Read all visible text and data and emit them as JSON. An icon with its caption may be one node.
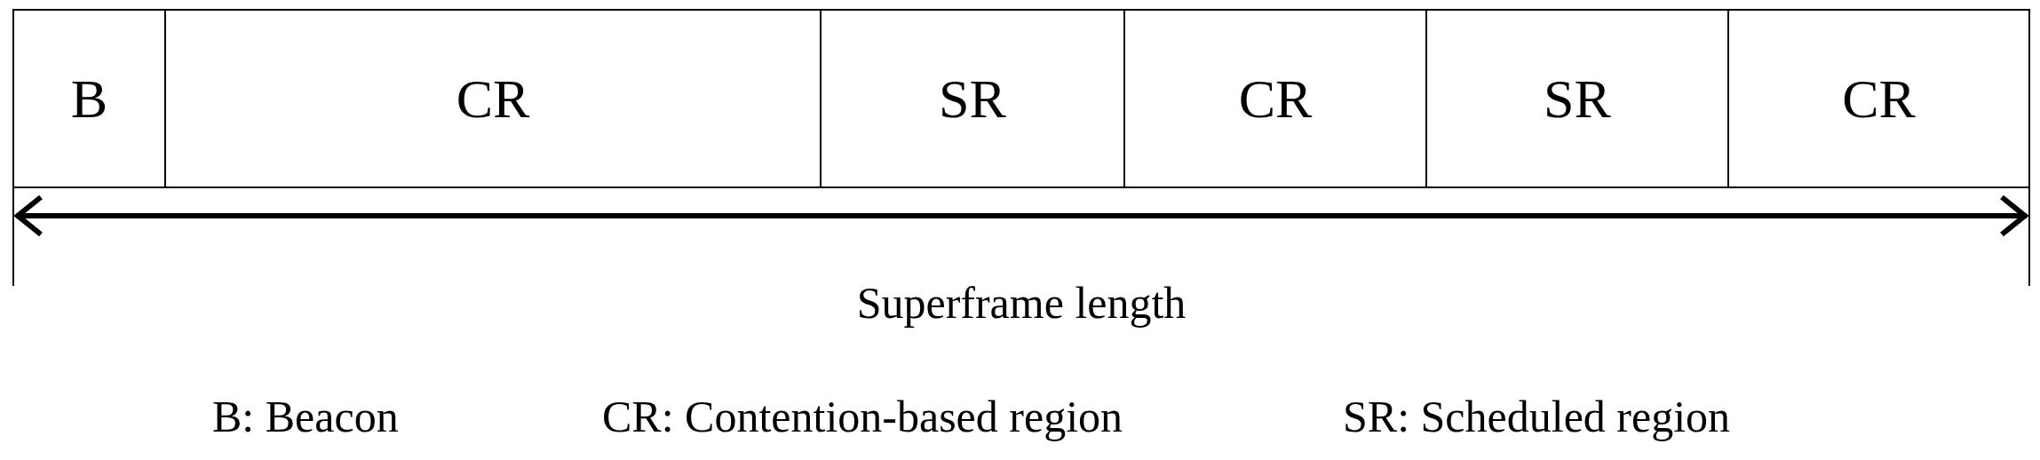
{
  "diagram": {
    "nodes": [
      {
        "text": [
          "B"
        ]
      },
      {
        "text": [
          "CR"
        ]
      },
      {
        "text": [
          "SR"
        ]
      },
      {
        "text": [
          "CR"
        ]
      },
      {
        "text": [
          "SR"
        ]
      },
      {
        "text": [
          "CR"
        ]
      }
    ],
    "edges": [],
    "labels": [
      "Superframe length",
      "B: Beacon",
      "CR: Contention-based region",
      "SR: Scheduled region"
    ]
  }
}
